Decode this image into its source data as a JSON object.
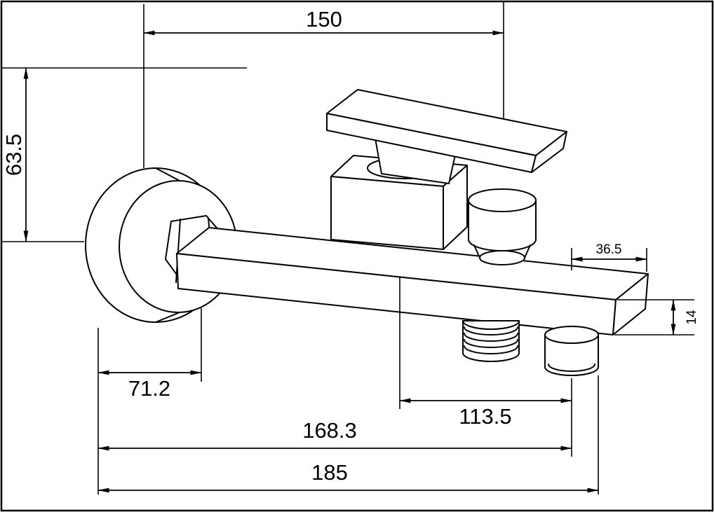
{
  "drawing": {
    "background_color": "#ffffff",
    "line_color": "#000000"
  },
  "dimensions": {
    "spout_reach": "150",
    "mount_height": "63.5",
    "outlet_offset": "36.5",
    "end_thickness": "14",
    "flange_depth": "71.2",
    "outlet_spacing": "113.5",
    "inner_length": "168.3",
    "overall_length": "185"
  }
}
